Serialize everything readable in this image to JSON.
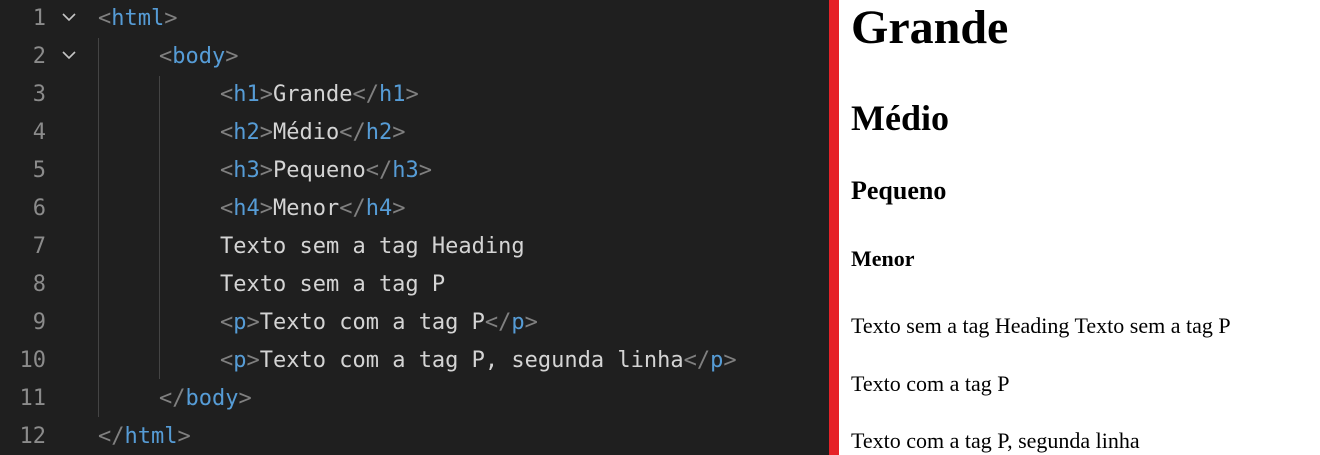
{
  "editor": {
    "lines": [
      {
        "num": "1",
        "lt": "<",
        "tag": "html",
        "gt": ">"
      },
      {
        "num": "2",
        "lt": "<",
        "tag": "body",
        "gt": ">"
      },
      {
        "num": "3",
        "lt": "<",
        "tag": "h1",
        "gt": ">",
        "text": "Grande",
        "lt_close": "</",
        "tag_close": "h1",
        "gt_close": ">"
      },
      {
        "num": "4",
        "lt": "<",
        "tag": "h2",
        "gt": ">",
        "text": "Médio",
        "lt_close": "</",
        "tag_close": "h2",
        "gt_close": ">"
      },
      {
        "num": "5",
        "lt": "<",
        "tag": "h3",
        "gt": ">",
        "text": "Pequeno",
        "lt_close": "</",
        "tag_close": "h3",
        "gt_close": ">"
      },
      {
        "num": "6",
        "lt": "<",
        "tag": "h4",
        "gt": ">",
        "text": "Menor",
        "lt_close": "</",
        "tag_close": "h4",
        "gt_close": ">"
      },
      {
        "num": "7",
        "text": "Texto sem a tag Heading"
      },
      {
        "num": "8",
        "text": "Texto sem a tag P"
      },
      {
        "num": "9",
        "lt": "<",
        "tag": "p",
        "gt": ">",
        "text": "Texto com a tag P",
        "lt_close": "</",
        "tag_close": "p",
        "gt_close": ">"
      },
      {
        "num": "10",
        "lt": "<",
        "tag": "p",
        "gt": ">",
        "text": "Texto com a tag P, segunda linha",
        "lt_close": "</",
        "tag_close": "p",
        "gt_close": ">"
      },
      {
        "num": "11",
        "lt": "</",
        "tag": "body",
        "gt": ">"
      },
      {
        "num": "12",
        "lt": "</",
        "tag": "html",
        "gt": ">"
      }
    ]
  },
  "preview": {
    "h1": "Grande",
    "h2": "Médio",
    "h3": "Pequeno",
    "h4": "Menor",
    "text": "Texto sem a tag Heading Texto sem a tag P",
    "p1": "Texto com a tag P",
    "p2": "Texto com a tag P, segunda linha"
  },
  "colors": {
    "editor_bg": "#1f1f1f",
    "tag": "#569cd6",
    "bracket": "#808080",
    "text": "#d4d4d4",
    "line_number": "#8b8b8b",
    "divider": "#e62127"
  }
}
